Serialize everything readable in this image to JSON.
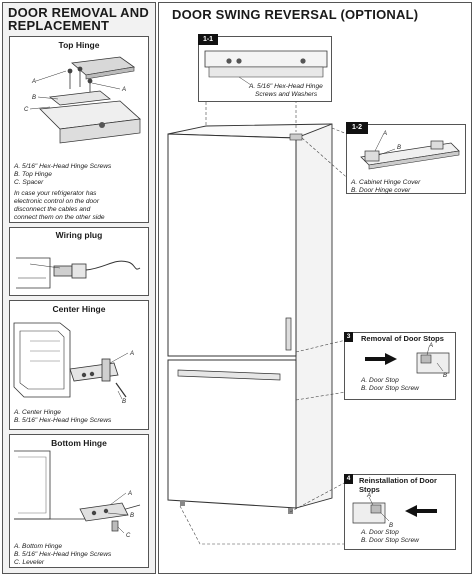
{
  "left_panel": {
    "title_line1": "DOOR REMOVAL AND",
    "title_line2": "REPLACEMENT",
    "top_hinge": {
      "title": "Top Hinge",
      "callouts": [
        "A",
        "B",
        "C",
        "A"
      ],
      "legend": [
        "A. 5/16\" Hex-Head Hinge Screws",
        "B. Top Hinge",
        "C. Spacer"
      ],
      "note": [
        "In case your refrigerator has",
        "electronic control on the door",
        "disconnect the cables and",
        "connect them on the other side"
      ]
    },
    "wiring_plug": {
      "title": "Wiring plug"
    },
    "center_hinge": {
      "title": "Center Hinge",
      "callouts": [
        "A",
        "B"
      ],
      "legend": [
        "A. Center Hinge",
        "B. 5/16\" Hex-Head Hinge Screws"
      ]
    },
    "bottom_hinge": {
      "title": "Bottom Hinge",
      "callouts": [
        "A",
        "B",
        "C"
      ],
      "legend": [
        "A. Bottom Hinge",
        "B. 5/16\" Hex-Head Hinge Screws",
        "C. Leveler"
      ]
    }
  },
  "right_panel": {
    "title": "DOOR SWING REVERSAL (OPTIONAL)",
    "step_1_1": {
      "badge": "1-1",
      "legend": [
        "A. 5/16\" Hex-Head Hinge",
        "Screws and Washers"
      ]
    },
    "step_1_2": {
      "badge": "1-2",
      "callouts": [
        "A",
        "B"
      ],
      "legend": [
        "A. Cabinet Hinge Cover",
        "B. Door Hinge cover"
      ]
    },
    "step_3": {
      "badge": "3",
      "title": "Removal of Door Stops",
      "callouts": [
        "A",
        "B"
      ],
      "legend": [
        "A. Door Stop",
        "B. Door Stop Screw"
      ]
    },
    "step_4": {
      "badge": "4",
      "title_line1": "Reinstallation of Door",
      "title_line2": "Stops",
      "callouts": [
        "A",
        "B"
      ],
      "legend": [
        "A. Door Stop",
        "B. Door Stop Screw"
      ]
    }
  }
}
